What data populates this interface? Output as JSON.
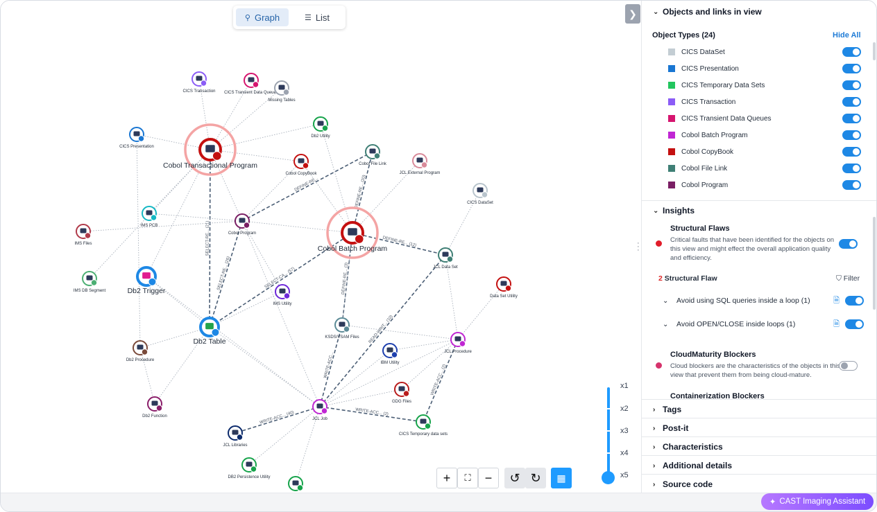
{
  "view_toggle": {
    "graph": "Graph",
    "list": "List"
  },
  "nodes": [
    {
      "id": "cics_tr",
      "label": "CICS Transaction",
      "color": "#8b5cf6",
      "size": "s"
    },
    {
      "id": "cics_tdq",
      "label": "CICS Transient Data Queues",
      "color": "#d6156f",
      "size": "s"
    },
    {
      "id": "missing",
      "label": "Missing Tables",
      "color": "#9ca3af",
      "size": "s"
    },
    {
      "id": "cics_pres",
      "label": "CICS Presentation",
      "color": "#1976d2",
      "size": "s"
    },
    {
      "id": "cobol_tp",
      "label": "Cobol Transactional Program",
      "color": "#c41010",
      "size": "big"
    },
    {
      "id": "db2u",
      "label": "Db2 Utility",
      "color": "#16a34a",
      "size": "s"
    },
    {
      "id": "cobol_fl",
      "label": "Cobol File Link",
      "color": "#3f7f75",
      "size": "s"
    },
    {
      "id": "cobol_cb",
      "label": "Cobol CopyBook",
      "color": "#c41010",
      "size": "s"
    },
    {
      "id": "jcl_ext",
      "label": "JCL External Program",
      "color": "#d98a9a",
      "size": "s"
    },
    {
      "id": "cics_ds",
      "label": "CICS DataSet",
      "color": "#b8c4cc",
      "size": "s"
    },
    {
      "id": "ims_pcb",
      "label": "IMS PCB",
      "color": "#14b8c4",
      "size": "s"
    },
    {
      "id": "cobol_p",
      "label": "Cobol Program",
      "color": "#7a1e64",
      "size": "s"
    },
    {
      "id": "cobol_bp",
      "label": "Cobol Batch Program",
      "color": "#c41010",
      "size": "big"
    },
    {
      "id": "ims_files",
      "label": "IMS Files",
      "color": "#b03a4a",
      "size": "s"
    },
    {
      "id": "jcl_ds",
      "label": "JCL Data Set",
      "color": "#3f7f75",
      "size": "s"
    },
    {
      "id": "ims_db",
      "label": "IMS DB Segment",
      "color": "#4caf73",
      "size": "s"
    },
    {
      "id": "db2_trig",
      "label": "Db2 Trigger",
      "color": "#1e88e5",
      "size": "m"
    },
    {
      "id": "ims_u",
      "label": "IMS Utility",
      "color": "#6d28d9",
      "size": "s"
    },
    {
      "id": "dsu",
      "label": "Data Set Utility",
      "color": "#c41010",
      "size": "s"
    },
    {
      "id": "db2_table",
      "label": "Db2 Table",
      "color": "#1e88e5",
      "size": "m"
    },
    {
      "id": "ksds",
      "label": "KSDS/VSAM Files",
      "color": "#5b8a96",
      "size": "s"
    },
    {
      "id": "jcl_proc",
      "label": "JCL Procedure",
      "color": "#c026d3",
      "size": "s"
    },
    {
      "id": "db2_proc",
      "label": "Db2 Procedure",
      "color": "#7a4a3a",
      "size": "s"
    },
    {
      "id": "ibm_u",
      "label": "IBM Utility",
      "color": "#1e40af",
      "size": "s"
    },
    {
      "id": "gdg",
      "label": "GDG Files",
      "color": "#b91c1c",
      "size": "s"
    },
    {
      "id": "db2_func",
      "label": "Db2 Function",
      "color": "#8a1e6a",
      "size": "s"
    },
    {
      "id": "jcl_job",
      "label": "JCL Job",
      "color": "#c026d3",
      "size": "s"
    },
    {
      "id": "cics_tmp",
      "label": "CICS Temporary data sets",
      "color": "#16a34a",
      "size": "s"
    },
    {
      "id": "jcl_lib",
      "label": "JCL Libraries",
      "color": "#0b2a6b",
      "size": "s"
    },
    {
      "id": "db2_pu",
      "label": "DB2 Persistence Utility",
      "color": "#16a34a",
      "size": "s"
    },
    {
      "id": "bottom",
      "label": "",
      "color": "#16a34a",
      "size": "s"
    }
  ],
  "edges": [
    {
      "from": "cobol_tp",
      "to": "db2_table",
      "label": "SELECT-RE... (21)",
      "style": "dash"
    },
    {
      "from": "cobol_p",
      "to": "db2_table",
      "label": "SELECT-RE... (26)",
      "style": "dash"
    },
    {
      "from": "cobol_p",
      "to": "cobol_fl",
      "label": "DEFINE-RE...",
      "style": "dash"
    },
    {
      "from": "cobol_bp",
      "to": "db2_table",
      "label": "SELECT-CA... (57)",
      "style": "dash"
    },
    {
      "from": "cobol_bp",
      "to": "jcl_ds",
      "label": "DEFINE-RE... (12)",
      "style": "dash"
    },
    {
      "from": "cobol_bp",
      "to": "cobol_fl",
      "label": "DEFINE-RE... (20)",
      "style": "dash"
    },
    {
      "from": "cobol_bp",
      "to": "ksds",
      "label": "DEFINE-RE... (3)",
      "style": "dash"
    },
    {
      "from": "jcl_job",
      "to": "jcl_ds",
      "label": "READ-WRIT... (10)",
      "style": "dash"
    },
    {
      "from": "jcl_job",
      "to": "ksds",
      "label": "WRITE-ACC...",
      "style": "dash"
    },
    {
      "from": "jcl_job",
      "to": "jcl_lib",
      "label": "WRITE-ACC... (40)",
      "style": "dash"
    },
    {
      "from": "jcl_job",
      "to": "cics_tmp",
      "label": "WRITE-ACC... (2)",
      "style": "dash"
    },
    {
      "from": "jcl_proc",
      "to": "cics_tmp",
      "label": "WRITE-ACC... (2)",
      "style": "dash"
    },
    {
      "from": "cobol_tp",
      "to": "cics_tr",
      "style": "dot"
    },
    {
      "from": "cobol_tp",
      "to": "cics_tdq",
      "style": "dot"
    },
    {
      "from": "cobol_tp",
      "to": "missing",
      "style": "dot"
    },
    {
      "from": "cobol_tp",
      "to": "cics_pres",
      "style": "dot"
    },
    {
      "from": "cobol_tp",
      "to": "db2u",
      "style": "dot"
    },
    {
      "from": "cobol_tp",
      "to": "cobol_cb",
      "style": "dot"
    },
    {
      "from": "cobol_tp",
      "to": "ims_pcb",
      "style": "dot"
    },
    {
      "from": "cobol_tp",
      "to": "cobol_p",
      "style": "dot"
    },
    {
      "from": "cobol_tp",
      "to": "ims_db",
      "style": "dot"
    },
    {
      "from": "cobol_tp",
      "to": "db2_trig",
      "style": "dot"
    },
    {
      "from": "cobol_p",
      "to": "ims_pcb",
      "style": "dot"
    },
    {
      "from": "cobol_p",
      "to": "ims_files",
      "style": "dot"
    },
    {
      "from": "cobol_p",
      "to": "cobol_cb",
      "style": "dot"
    },
    {
      "from": "cobol_p",
      "to": "ims_u",
      "style": "dot"
    },
    {
      "from": "cobol_p",
      "to": "cobol_bp",
      "style": "dot"
    },
    {
      "from": "cobol_bp",
      "to": "jcl_ext",
      "style": "dot"
    },
    {
      "from": "cobol_bp",
      "to": "cobol_cb",
      "style": "dot"
    },
    {
      "from": "cobol_bp",
      "to": "db2u",
      "style": "dot"
    },
    {
      "from": "jcl_ds",
      "to": "cics_ds",
      "style": "dot"
    },
    {
      "from": "jcl_ds",
      "to": "jcl_proc",
      "style": "dot"
    },
    {
      "from": "jcl_proc",
      "to": "dsu",
      "style": "dot"
    },
    {
      "from": "jcl_proc",
      "to": "ibm_u",
      "style": "dot"
    },
    {
      "from": "jcl_proc",
      "to": "gdg",
      "style": "dot"
    },
    {
      "from": "jcl_proc",
      "to": "jcl_job",
      "style": "dot"
    },
    {
      "from": "jcl_job",
      "to": "ibm_u",
      "style": "dot"
    },
    {
      "from": "jcl_job",
      "to": "gdg",
      "style": "dot"
    },
    {
      "from": "jcl_job",
      "to": "db2_pu",
      "style": "dot"
    },
    {
      "from": "jcl_job",
      "to": "bottom",
      "style": "dot"
    },
    {
      "from": "jcl_job",
      "to": "db2_table",
      "style": "dot"
    },
    {
      "from": "jcl_job",
      "to": "cobol_p",
      "style": "dot"
    },
    {
      "from": "jcl_job",
      "to": "db2_trig",
      "style": "dot"
    },
    {
      "from": "db2_table",
      "to": "db2_proc",
      "style": "dot"
    },
    {
      "from": "db2_table",
      "to": "db2_func",
      "style": "dot"
    },
    {
      "from": "db2_table",
      "to": "db2_trig",
      "style": "dot"
    },
    {
      "from": "db2_table",
      "to": "ims_u",
      "style": "dot"
    },
    {
      "from": "db2_proc",
      "to": "db2_func",
      "style": "dot"
    },
    {
      "from": "db2_proc",
      "to": "cics_pres",
      "style": "dot"
    },
    {
      "from": "ksds",
      "to": "jcl_proc",
      "style": "dot"
    },
    {
      "from": "ksds",
      "to": "cobol_bp",
      "style": "dot"
    }
  ],
  "controls": {
    "zoom_in": "+",
    "fit": "⛶",
    "zoom_out": "−",
    "undo": "↺",
    "redo": "↻",
    "map": "▦"
  },
  "levels": [
    "x1",
    "x2",
    "x3",
    "x4",
    "x5"
  ],
  "panel": {
    "objects_title": "Objects and links in view",
    "object_types_label": "Object Types (24)",
    "hide_all": "Hide All",
    "types": [
      {
        "label": "CICS DataSet",
        "color": "#c3cdd3"
      },
      {
        "label": "CICS Presentation",
        "color": "#1976d2"
      },
      {
        "label": "CICS Temporary Data Sets",
        "color": "#22c55e"
      },
      {
        "label": "CICS Transaction",
        "color": "#8b5cf6"
      },
      {
        "label": "CICS Transient Data Queues",
        "color": "#d6156f"
      },
      {
        "label": "Cobol Batch Program",
        "color": "#c026d3"
      },
      {
        "label": "Cobol CopyBook",
        "color": "#c41010"
      },
      {
        "label": "Cobol File Link",
        "color": "#3f7f75"
      },
      {
        "label": "Cobol Program",
        "color": "#7a1e64"
      }
    ],
    "insights_title": "Insights",
    "structural_flaws": {
      "title": "Structural Flaws",
      "desc": "Critical faults that have been identified for the objects on this view and might effect the overall application quality and efficiency.",
      "count": "2",
      "count_label": "Structural Flaw",
      "filter": "Filter",
      "items": [
        "Avoid using SQL queries inside a loop (1)",
        "Avoid OPEN/CLOSE inside loops (1)"
      ],
      "dot_color": "#e11d2a"
    },
    "cloud": {
      "title": "CloudMaturity Blockers",
      "desc": "Cloud blockers are the characteristics of the objects in this view that prevent them from being cloud-mature.",
      "dot_color": "#d6336c"
    },
    "container_title": "Containerization Blockers",
    "collapsed_sections": [
      "Tags",
      "Post-it",
      "Characteristics",
      "Additional details",
      "Source code"
    ]
  },
  "assistant_label": "CAST Imaging Assistant"
}
